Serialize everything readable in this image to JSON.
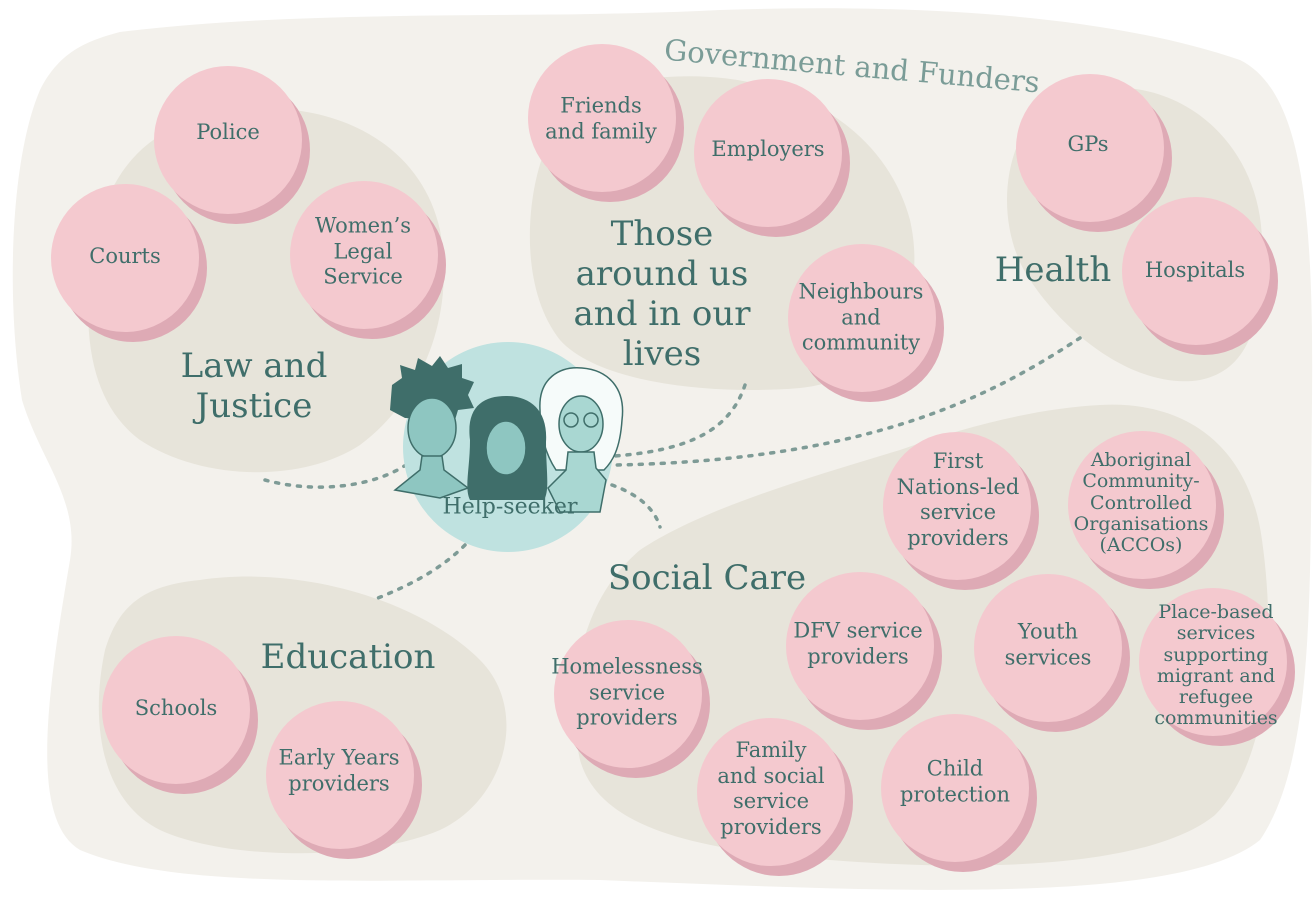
{
  "context_label": "Government and Funders",
  "help_seeker": "Help-seeker",
  "groups": {
    "law": {
      "title": [
        "Law and",
        "Justice"
      ],
      "nodes": [
        [
          "Police"
        ],
        [
          "Courts"
        ],
        [
          "Women’s",
          "Legal",
          "Service"
        ]
      ]
    },
    "those": {
      "title": [
        "Those",
        "around us",
        "and in our",
        "lives"
      ],
      "nodes": [
        [
          "Friends",
          "and family"
        ],
        [
          "Employers"
        ],
        [
          "Neighbours",
          "and",
          "community"
        ]
      ]
    },
    "health": {
      "title": [
        "Health"
      ],
      "nodes": [
        [
          "GPs"
        ],
        [
          "Hospitals"
        ]
      ]
    },
    "education": {
      "title": [
        "Education"
      ],
      "nodes": [
        [
          "Schools"
        ],
        [
          "Early Years",
          "providers"
        ]
      ]
    },
    "social": {
      "title": [
        "Social Care"
      ],
      "nodes": [
        [
          "First",
          "Nations-led",
          "service",
          "providers"
        ],
        [
          "Aboriginal",
          "Community-",
          "Controlled",
          "Organisations",
          "(ACCOs)"
        ],
        [
          "DFV service",
          "providers"
        ],
        [
          "Youth",
          "services"
        ],
        [
          "Place-based",
          "services",
          "supporting",
          "migrant and",
          "refugee",
          "communities"
        ],
        [
          "Homelessness",
          "service",
          "providers"
        ],
        [
          "Family",
          "and social",
          "service",
          "providers"
        ],
        [
          "Child",
          "protection"
        ]
      ]
    }
  },
  "colors": {
    "outer_blob": "#f3f1ec",
    "group_blob": "#e7e4da",
    "node_fill": "#f4c9cf",
    "node_shadow": "#deaab5",
    "help_seeker_circle": "#bfe2e0",
    "text": "#3f6e6a",
    "context_text": "#7a9c97",
    "connector": "#7e9b96"
  }
}
